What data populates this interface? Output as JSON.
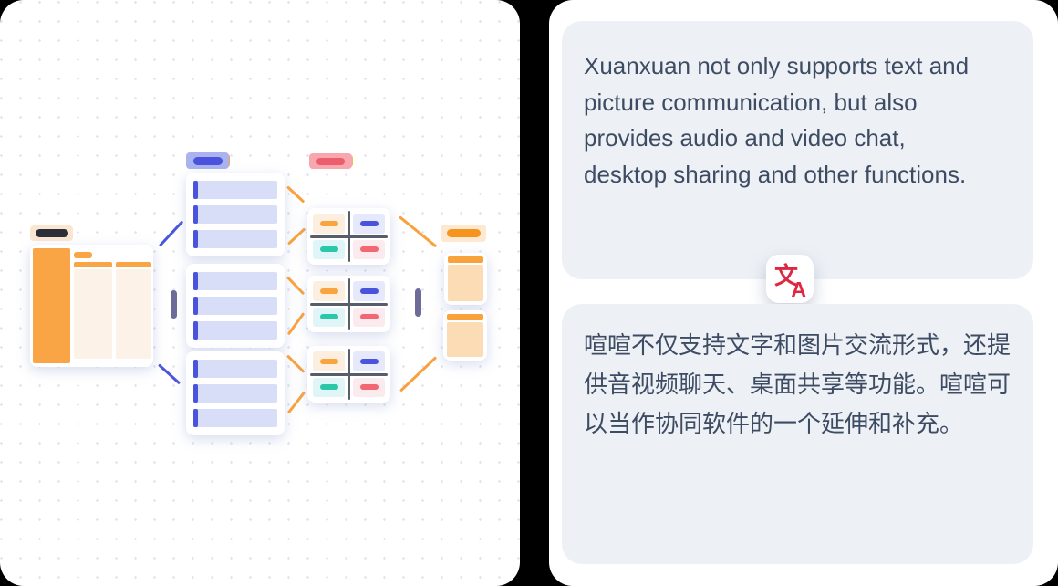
{
  "palette": {
    "page_background": "#000000",
    "panel_background": "#FFFFFF",
    "text_card_background": "#EDF1F6",
    "text_color": "#3E4C63",
    "orange_accent": "#F9A444",
    "indigo_accent": "#4A53DC",
    "teal_accent": "#2BC7A9",
    "red_accent": "#F26772",
    "lavender_accent": "#D8DDF8",
    "purple_dash": "#6F6B99",
    "translate_icon_red": "#DC2840",
    "dot_grid": "#E3E5EF"
  },
  "right_panel": {
    "english_card": {
      "text": "Xuanxuan not only supports text and picture communication, but also provides audio and video chat, desktop sharing and other functions."
    },
    "translate_icon": {
      "glyph_cjk": "文",
      "glyph_latin": "A"
    },
    "chinese_card": {
      "text": "喧喧不仅支持文字和图片交流形式，还提供音视频聊天、桌面共享等功能。喧喧可以当作协同软件的一个延伸和补充。"
    }
  }
}
